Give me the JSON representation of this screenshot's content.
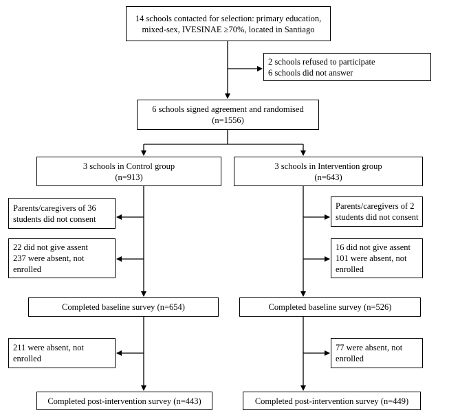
{
  "nodes": {
    "contacted": [
      "14 schools contacted for selection: primary education,",
      "mixed-sex, IVESINAE ≥70%, located in Santiago"
    ],
    "excluded": [
      "2 schools refused to participate",
      "6 schools did not answer"
    ],
    "randomised": [
      "6 schools signed agreement and randomised",
      "(n=1556)"
    ],
    "control_group": [
      "3 schools in Control group",
      "(n=913)"
    ],
    "intervention_group": [
      "3 schools in Intervention group",
      "(n=643)"
    ],
    "control_no_consent": [
      "Parents/caregivers of 36",
      "students did not consent"
    ],
    "intervention_no_consent": [
      "Parents/caregivers of 2",
      "students did not consent"
    ],
    "control_no_assent": [
      "22 did not give assent",
      "237 were absent, not",
      "enrolled"
    ],
    "intervention_no_assent": [
      "16 did not give assent",
      "101 were absent, not",
      "enrolled"
    ],
    "control_baseline": [
      "Completed baseline survey (n=654)"
    ],
    "intervention_baseline": [
      "Completed baseline survey (n=526)"
    ],
    "control_absent_post": [
      "211 were absent, not",
      "enrolled"
    ],
    "intervention_absent_post": [
      "77 were absent, not",
      "enrolled"
    ],
    "control_post": [
      "Completed post-intervention survey (n=443)"
    ],
    "intervention_post": [
      "Completed post-intervention survey (n=449)"
    ]
  }
}
